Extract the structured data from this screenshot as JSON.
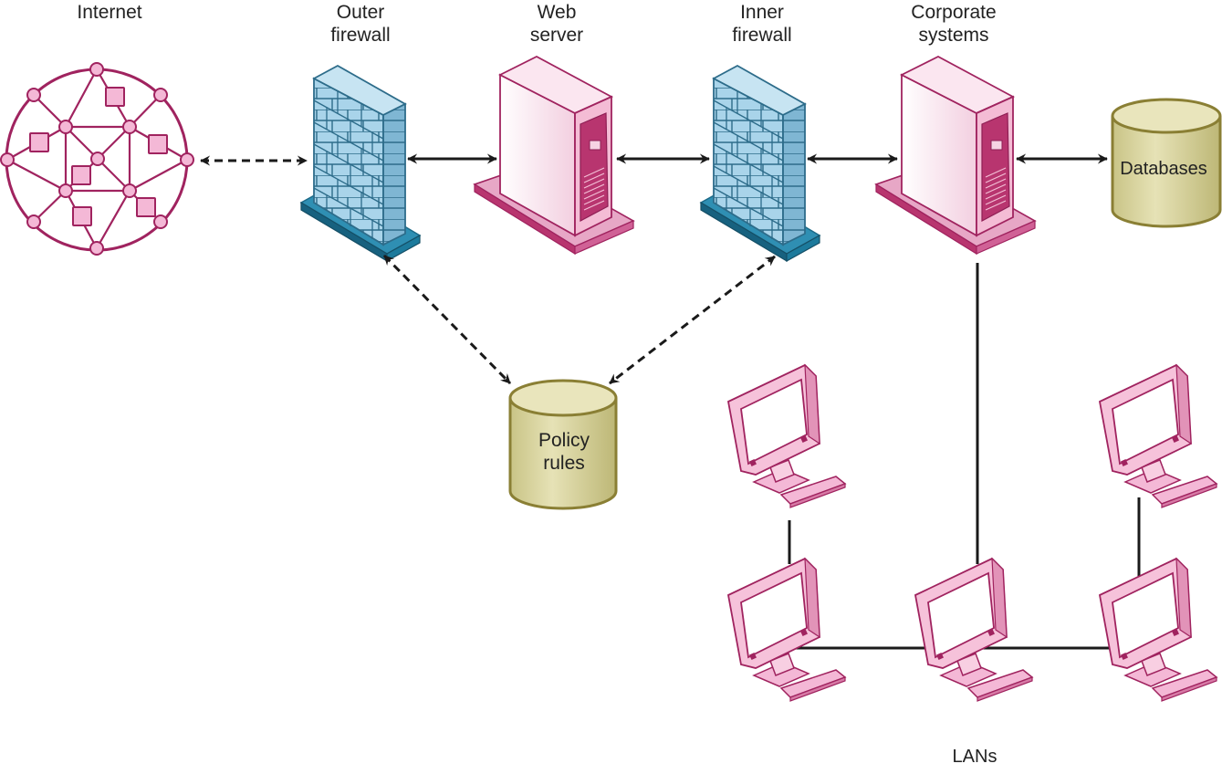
{
  "nodes": {
    "internet": {
      "label": "Internet"
    },
    "outer_firewall": {
      "label_line1": "Outer",
      "label_line2": "firewall"
    },
    "web_server": {
      "label_line1": "Web",
      "label_line2": "server"
    },
    "inner_firewall": {
      "label_line1": "Inner",
      "label_line2": "firewall"
    },
    "corporate_systems": {
      "label_line1": "Corporate",
      "label_line2": "systems"
    },
    "databases": {
      "label": "Databases"
    },
    "policy_rules": {
      "label_line1": "Policy",
      "label_line2": "rules"
    },
    "lans": {
      "label": "LANs"
    }
  },
  "colors": {
    "network": "#a0235f",
    "node_fill": "#f4b8d6",
    "firewall_brick": "#a9d4ea",
    "firewall_base": "#1c7a9c",
    "server_body": "#fbe6f0",
    "server_accent": "#b8356f",
    "cylinder": "#dbd7a4",
    "cylinder_stroke": "#8a7f34",
    "arrow": "#1a1a1a"
  },
  "icons": [
    "internet-globe-icon",
    "firewall-icon",
    "server-icon",
    "database-icon",
    "monitor-icon"
  ]
}
